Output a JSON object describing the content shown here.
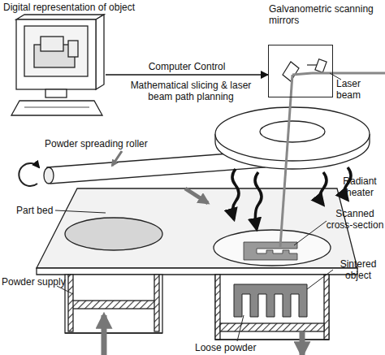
{
  "diagram": {
    "nodes": [
      {
        "text": [
          "Digital representation of object"
        ]
      },
      {
        "text": [
          "Galvanometric scanning mirrors"
        ]
      }
    ],
    "edges": [
      {
        "from": 0,
        "to": 1,
        "arrow": "to",
        "label": "Computer Control"
      }
    ],
    "labels": [
      "Mathematical slicing & laser beam path planning",
      "Laser beam",
      "Radiant heater",
      "Powder spreading roller",
      "Scanned cross-section",
      "Part bed",
      "Sintered object",
      "Powder supply",
      "Loose powder"
    ]
  }
}
